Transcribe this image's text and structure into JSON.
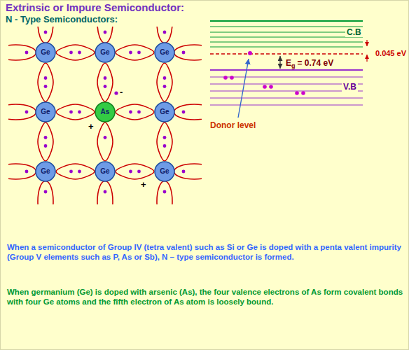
{
  "diagram": {
    "title": "Extrinsic or Impure Semiconductor:",
    "nodes": [
      {
        "text": [
          "Ge"
        ]
      },
      {
        "text": [
          "Ge"
        ]
      },
      {
        "text": [
          "Ge"
        ]
      },
      {
        "text": [
          "Ge"
        ]
      },
      {
        "text": [
          "As"
        ]
      },
      {
        "text": [
          "Ge"
        ]
      },
      {
        "text": [
          "Ge"
        ]
      },
      {
        "text": [
          "Ge"
        ]
      },
      {
        "text": [
          "Ge"
        ]
      }
    ],
    "edges": [
      {
        "from": 0,
        "to": 1,
        "arrow": "none"
      },
      {
        "from": 1,
        "to": 2,
        "arrow": "none"
      },
      {
        "from": 3,
        "to": 4,
        "arrow": "none"
      },
      {
        "from": 4,
        "to": 5,
        "arrow": "none"
      },
      {
        "from": 6,
        "to": 7,
        "arrow": "none"
      },
      {
        "from": 7,
        "to": 8,
        "arrow": "none"
      },
      {
        "from": 0,
        "to": 3,
        "arrow": "none"
      },
      {
        "from": 1,
        "to": 4,
        "arrow": "none"
      },
      {
        "from": 2,
        "to": 5,
        "arrow": "none"
      },
      {
        "from": 3,
        "to": 6,
        "arrow": "none"
      },
      {
        "from": 4,
        "to": 7,
        "arrow": "none"
      },
      {
        "from": 5,
        "to": 8,
        "arrow": "none"
      }
    ],
    "labels": [
      "N - Type Semiconductors:",
      "-",
      "+",
      "+",
      "C.B",
      "0.045 eV",
      "E",
      "g",
      "= 0.74 eV",
      "V.B",
      "Donor level",
      "When a semiconductor of Group IV (tetra valent) such as Si or Ge is doped with a penta valent impurity (Group V elements such as P, As or Sb), N – type semiconductor is formed.",
      "When germanium (Ge) is doped with arsenic (As), the four valence electrons of As form covalent bonds with four Ge atoms and the fifth electron of As atom is loosely bound."
    ]
  }
}
